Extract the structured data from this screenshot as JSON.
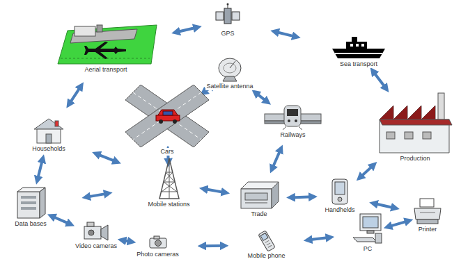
{
  "diagram": {
    "nodes": [
      {
        "text": [
          "GPS"
        ]
      },
      {
        "text": [
          "Aerial transport"
        ]
      },
      {
        "text": [
          "Satellite antenna"
        ]
      },
      {
        "text": [
          "Sea transport"
        ]
      },
      {
        "text": [
          "Households"
        ]
      },
      {
        "text": [
          "Cars"
        ]
      },
      {
        "text": [
          "Railways"
        ]
      },
      {
        "text": [
          "Production"
        ]
      },
      {
        "text": [
          "Data bases"
        ]
      },
      {
        "text": [
          "Mobile stations"
        ]
      },
      {
        "text": [
          "Trade"
        ]
      },
      {
        "text": [
          "Handhelds"
        ]
      },
      {
        "text": [
          "Printer"
        ]
      },
      {
        "text": [
          "PC"
        ]
      },
      {
        "text": [
          "Video cameras"
        ]
      },
      {
        "text": [
          "Photo cameras"
        ]
      },
      {
        "text": [
          "Mobile phone"
        ]
      }
    ],
    "edges": [
      {
        "from": 1,
        "to": 0,
        "arrow": "both"
      },
      {
        "from": 0,
        "to": 3,
        "arrow": "both"
      },
      {
        "from": 5,
        "to": 2,
        "arrow": "both"
      },
      {
        "from": 2,
        "to": 6,
        "arrow": "both"
      },
      {
        "from": 3,
        "to": 7,
        "arrow": "both"
      },
      {
        "from": 4,
        "to": 1,
        "arrow": "both"
      },
      {
        "from": 4,
        "to": 8,
        "arrow": "both"
      },
      {
        "from": 5,
        "to": 9,
        "arrow": "both"
      },
      {
        "from": 4,
        "to": 9,
        "arrow": "both"
      },
      {
        "from": 8,
        "to": 9,
        "arrow": "both"
      },
      {
        "from": 8,
        "to": 14,
        "arrow": "both"
      },
      {
        "from": 14,
        "to": 15,
        "arrow": "both"
      },
      {
        "from": 9,
        "to": 10,
        "arrow": "both"
      },
      {
        "from": 15,
        "to": 16,
        "arrow": "both"
      },
      {
        "from": 16,
        "to": 13,
        "arrow": "both"
      },
      {
        "from": 10,
        "to": 11,
        "arrow": "both"
      },
      {
        "from": 6,
        "to": 10,
        "arrow": "both"
      },
      {
        "from": 11,
        "to": 7,
        "arrow": "both"
      },
      {
        "from": 11,
        "to": 12,
        "arrow": "both"
      },
      {
        "from": 13,
        "to": 12,
        "arrow": "both"
      }
    ]
  }
}
